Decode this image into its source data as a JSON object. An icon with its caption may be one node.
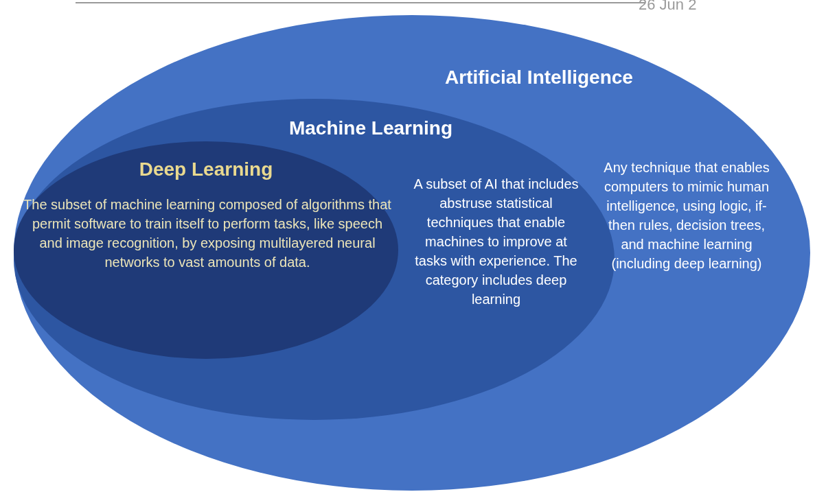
{
  "diagram": {
    "nodes": [
      {
        "text": [
          "Artificial Intelligence",
          "Any technique that enables computers to mimic human intelligence, using logic, if-then rules, decision trees, and machine learning (including deep learning)"
        ]
      },
      {
        "text": [
          "Machine Learning",
          "A subset of AI that includes abstruse statistical techniques that enable machines to improve at tasks with experience. The category includes deep learning"
        ],
        "in": 0
      },
      {
        "text": [
          "Deep Learning",
          "The subset of machine learning composed of algorithms that permit software to train itself to perform tasks, like speech and image recognition, by exposing multilayered neural networks to vast amounts of data."
        ],
        "in": 1
      }
    ],
    "edges": [],
    "labels": [
      "26 Jun 2"
    ]
  }
}
